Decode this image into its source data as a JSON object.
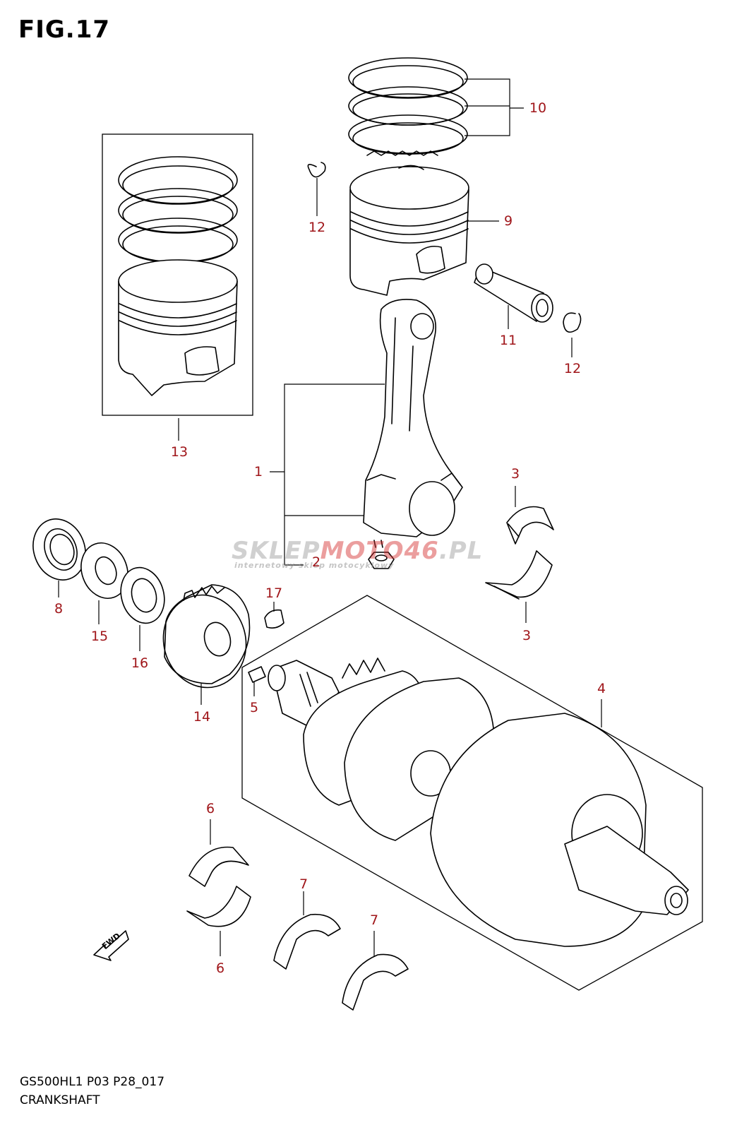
{
  "figure": {
    "title": "FIG.17",
    "code": "GS500HL1 P03 P28_017",
    "name": "CRANKSHAFT"
  },
  "watermark": {
    "brand_start": "SKLEP",
    "brand_accent": "MOTO46",
    "brand_end": ".PL",
    "tagline": "internetowy sklep motocyklowy"
  },
  "fwd_label": "FWD",
  "colors": {
    "callout": "#a0161a",
    "line": "#000000"
  },
  "callouts": [
    {
      "id": "c1",
      "text": "1"
    },
    {
      "id": "c2",
      "text": "2"
    },
    {
      "id": "c3a",
      "text": "3"
    },
    {
      "id": "c3b",
      "text": "3"
    },
    {
      "id": "c4",
      "text": "4"
    },
    {
      "id": "c5",
      "text": "5"
    },
    {
      "id": "c6a",
      "text": "6"
    },
    {
      "id": "c6b",
      "text": "6"
    },
    {
      "id": "c7a",
      "text": "7"
    },
    {
      "id": "c7b",
      "text": "7"
    },
    {
      "id": "c8",
      "text": "8"
    },
    {
      "id": "c9",
      "text": "9"
    },
    {
      "id": "c10",
      "text": "10"
    },
    {
      "id": "c11",
      "text": "11"
    },
    {
      "id": "c12a",
      "text": "12"
    },
    {
      "id": "c12b",
      "text": "12"
    },
    {
      "id": "c13",
      "text": "13"
    },
    {
      "id": "c14",
      "text": "14"
    },
    {
      "id": "c15",
      "text": "15"
    },
    {
      "id": "c16",
      "text": "16"
    },
    {
      "id": "c17",
      "text": "17"
    }
  ]
}
